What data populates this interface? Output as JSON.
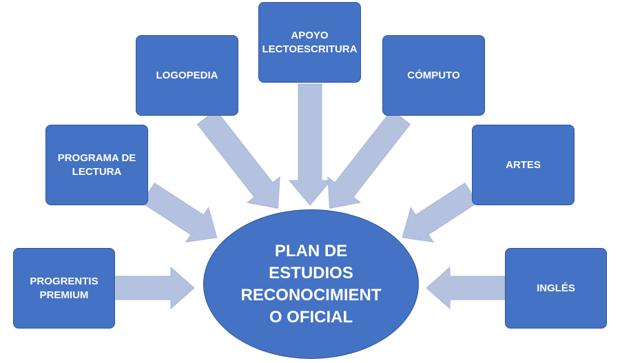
{
  "diagram": {
    "center": {
      "label": "PLAN DE\nESTUDIOS\nRECONOCIMIENT\nO OFICIAL"
    },
    "nodes": [
      {
        "id": "progrentis",
        "label": "PROGRENTIS\nPREMIUM"
      },
      {
        "id": "programa-lectura",
        "label": "PROGRAMA DE\nLECTURA"
      },
      {
        "id": "logopedia",
        "label": "LOGOPEDIA"
      },
      {
        "id": "apoyo",
        "label": "APOYO\nLECTOESCRITURA"
      },
      {
        "id": "computo",
        "label": "CÓMPUTO"
      },
      {
        "id": "artes",
        "label": "ARTES"
      },
      {
        "id": "ingles",
        "label": "INGLÉS"
      }
    ]
  },
  "colors": {
    "box_fill": "#4472c4",
    "box_border": "#2f5597",
    "arrow_fill": "#b4c1df",
    "text": "#ffffff"
  }
}
